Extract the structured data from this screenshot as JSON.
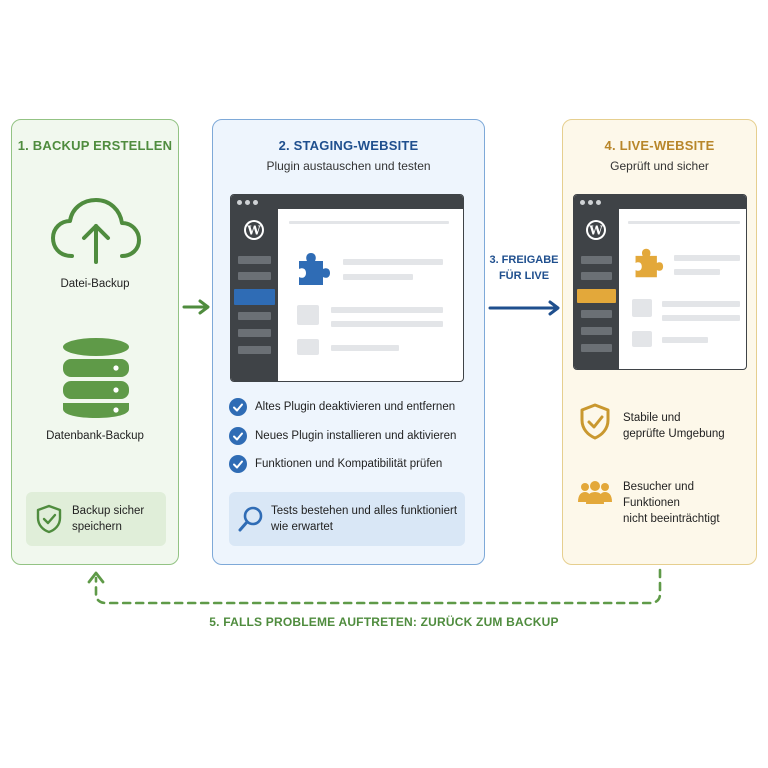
{
  "colors": {
    "green": "#4f8c3e",
    "blue": "#1f4f8e",
    "gold": "#b8862a",
    "browser_dark": "#3f4347",
    "staging_accent": "#2f6cb5",
    "live_accent": "#e3a83a"
  },
  "backup": {
    "title": "1. BACKUP ERSTELLEN",
    "file_icon": "cloud-upload-icon",
    "file_label": "Datei-Backup",
    "db_icon": "database-icon",
    "db_label": "Datenbank-Backup",
    "safe_icon": "shield-check-icon",
    "safe_line1": "Backup sicher",
    "safe_line2": "speichern"
  },
  "staging": {
    "title": "2. STAGING-WEBSITE",
    "subtitle": "Plugin austauschen und testen",
    "browser_icon": "wordpress-icon",
    "plugin_icon": "puzzle-icon",
    "checks": [
      "Altes Plugin deaktivieren und entfernen",
      "Neues Plugin installieren und aktivieren",
      "Funktionen und Kompatibilität prüfen"
    ],
    "test_icon": "magnifier-icon",
    "test_line1": "Tests bestehen und alles funktioniert",
    "test_line2": "wie erwartet"
  },
  "release": {
    "line1": "3. FREIGABE",
    "line2": "FÜR LIVE"
  },
  "live": {
    "title": "4. LIVE-WEBSITE",
    "subtitle": "Geprüft und sicher",
    "browser_icon": "wordpress-icon",
    "plugin_icon": "puzzle-icon",
    "stable_icon": "shield-check-icon",
    "stable_line1": "Stabile und",
    "stable_line2": "geprüfte Umgebung",
    "visitors_icon": "users-icon",
    "visitors_line1": "Besucher und",
    "visitors_line2": "Funktionen",
    "visitors_line3": "nicht beeinträchtigt"
  },
  "fallback": {
    "label": "5. FALLS PROBLEME AUFTRETEN: ZURÜCK ZUM BACKUP"
  }
}
